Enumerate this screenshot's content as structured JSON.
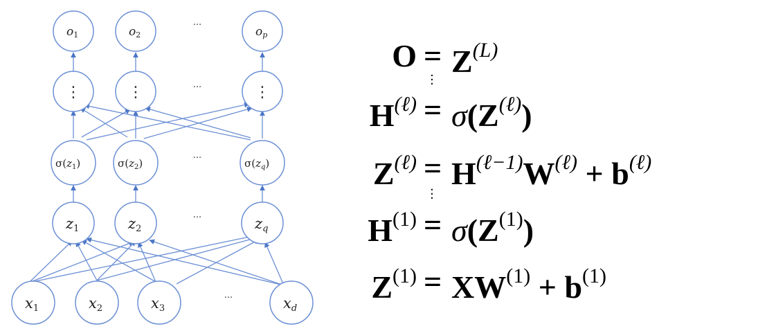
{
  "network": {
    "output_nodes": [
      "o1",
      "o2",
      "op"
    ],
    "hidden_dots_nodes": [
      "⋮",
      "⋮",
      "⋮"
    ],
    "activation_nodes": [
      "σ(z1)",
      "σ(z2)",
      "σ(zq)"
    ],
    "pre_activation_nodes": [
      "z1",
      "z2",
      "zq"
    ],
    "input_nodes": [
      "x1",
      "x2",
      "x3",
      "xd"
    ],
    "ellipsis": "···"
  },
  "equations": {
    "row1": {
      "lhs": "O",
      "rhs_base": "Z",
      "rhs_sup": "(L)"
    },
    "row2": {
      "lhs_base": "H",
      "lhs_sup": "(ℓ)",
      "rhs_fn": "σ",
      "rhs_base": "Z",
      "rhs_sup": "(ℓ)"
    },
    "row3": {
      "lhs_base": "Z",
      "lhs_sup": "(ℓ)",
      "h": "H",
      "h_sup": "(ℓ−1)",
      "w": "W",
      "w_sup": "(ℓ)",
      "b": "b",
      "b_sup": "(ℓ)"
    },
    "row4": {
      "lhs_base": "H",
      "lhs_sup": "(1)",
      "rhs_fn": "σ",
      "rhs_base": "Z",
      "rhs_sup": "(1)"
    },
    "row5": {
      "lhs_base": "Z",
      "lhs_sup": "(1)",
      "x": "XW",
      "x_sup": "(1)",
      "b": "b",
      "b_sup": "(1)"
    },
    "equals": "=",
    "plus": "+",
    "open_paren": "(",
    "close_paren": ")"
  }
}
